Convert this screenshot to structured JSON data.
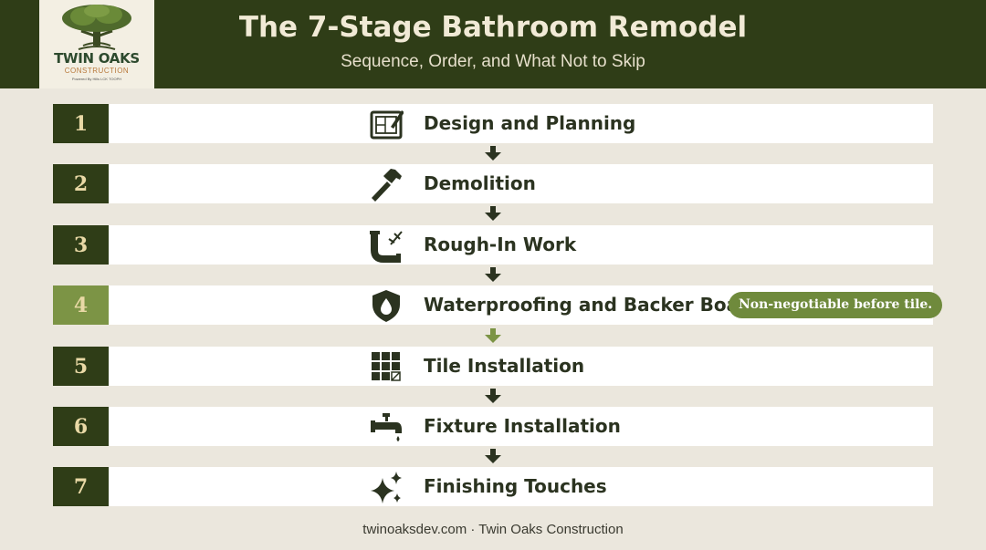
{
  "header": {
    "title": "The 7-Stage Bathroom Remodel",
    "subtitle": "Sequence, Order, and What Not to Skip"
  },
  "logo": {
    "brand": "TWIN OAKS",
    "sub": "CONSTRUCTION",
    "powered": "Powered By Hills LCK TOOPH"
  },
  "stages": [
    {
      "number": "1",
      "label": "Design and Planning",
      "icon": "blueprint-icon"
    },
    {
      "number": "2",
      "label": "Demolition",
      "icon": "hammer-icon"
    },
    {
      "number": "3",
      "label": "Rough-In Work",
      "icon": "plumbing-pipe-icon"
    },
    {
      "number": "4",
      "label": "Waterproofing and Backer Board",
      "icon": "shield-drop-icon",
      "badge": "Non-negotiable before tile.",
      "highlight": true
    },
    {
      "number": "5",
      "label": "Tile Installation",
      "icon": "tile-grid-icon"
    },
    {
      "number": "6",
      "label": "Fixture Installation",
      "icon": "faucet-icon"
    },
    {
      "number": "7",
      "label": "Finishing Touches",
      "icon": "sparkle-icon"
    }
  ],
  "footer": "twinoaksdev.com · Twin Oaks Construction",
  "colors": {
    "header_bg": "#2f3d17",
    "page_bg": "#ebe7dd",
    "number_bg": "#2f3d17",
    "highlight": "#7c9445",
    "badge_bg": "#6f8a3c",
    "number_text": "#e9d9a6"
  }
}
